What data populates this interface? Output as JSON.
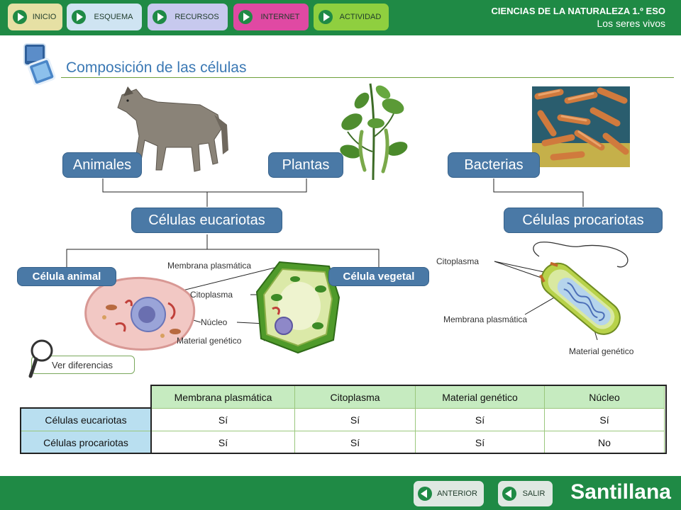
{
  "nav": {
    "buttons": [
      {
        "label": "INICIO",
        "color": "#e6e0a4"
      },
      {
        "label": "ESQUEMA",
        "color": "#cfe4f2"
      },
      {
        "label": "RECURSOS",
        "color": "#c7c9ee"
      },
      {
        "label": "INTERNET",
        "color": "#e049a3"
      },
      {
        "label": "ACTIVIDAD",
        "color": "#8fcf3f"
      }
    ]
  },
  "course": {
    "subject": "CIENCIAS DE LA NATURALEZA 1.º ESO",
    "unit": "Los seres vivos"
  },
  "page_title": "Composición de las células",
  "categories": {
    "animales": "Animales",
    "plantas": "Plantas",
    "bacterias": "Bacterias",
    "eucariotas": "Células eucariotas",
    "procariotas": "Células procariotas",
    "celula_animal": "Célula animal",
    "celula_vegetal": "Célula vegetal"
  },
  "annotations": {
    "membrana": "Membrana plasmática",
    "citoplasma": "Citoplasma",
    "nucleo": "Núcleo",
    "material": "Material genético",
    "bact_citoplasma": "Citoplasma",
    "bact_membrana": "Membrana plasmática",
    "bact_material": "Material genético"
  },
  "ver_diferencias": "Ver diferencias",
  "table": {
    "headers": [
      "Membrana plasmática",
      "Citoplasma",
      "Material genético",
      "Núcleo"
    ],
    "rows": [
      {
        "label": "Células eucariotas",
        "values": [
          "Sí",
          "Sí",
          "Sí",
          "Sí"
        ]
      },
      {
        "label": "Células procariotas",
        "values": [
          "Sí",
          "Sí",
          "Sí",
          "No"
        ]
      }
    ]
  },
  "footer": {
    "anterior": "ANTERIOR",
    "salir": "SALIR",
    "brand": "Santillana"
  },
  "colors": {
    "bar": "#1f8a45",
    "label_blue": "#4a79a6",
    "header_green": "#c6ebc0",
    "row_blue": "#b9dff0"
  }
}
